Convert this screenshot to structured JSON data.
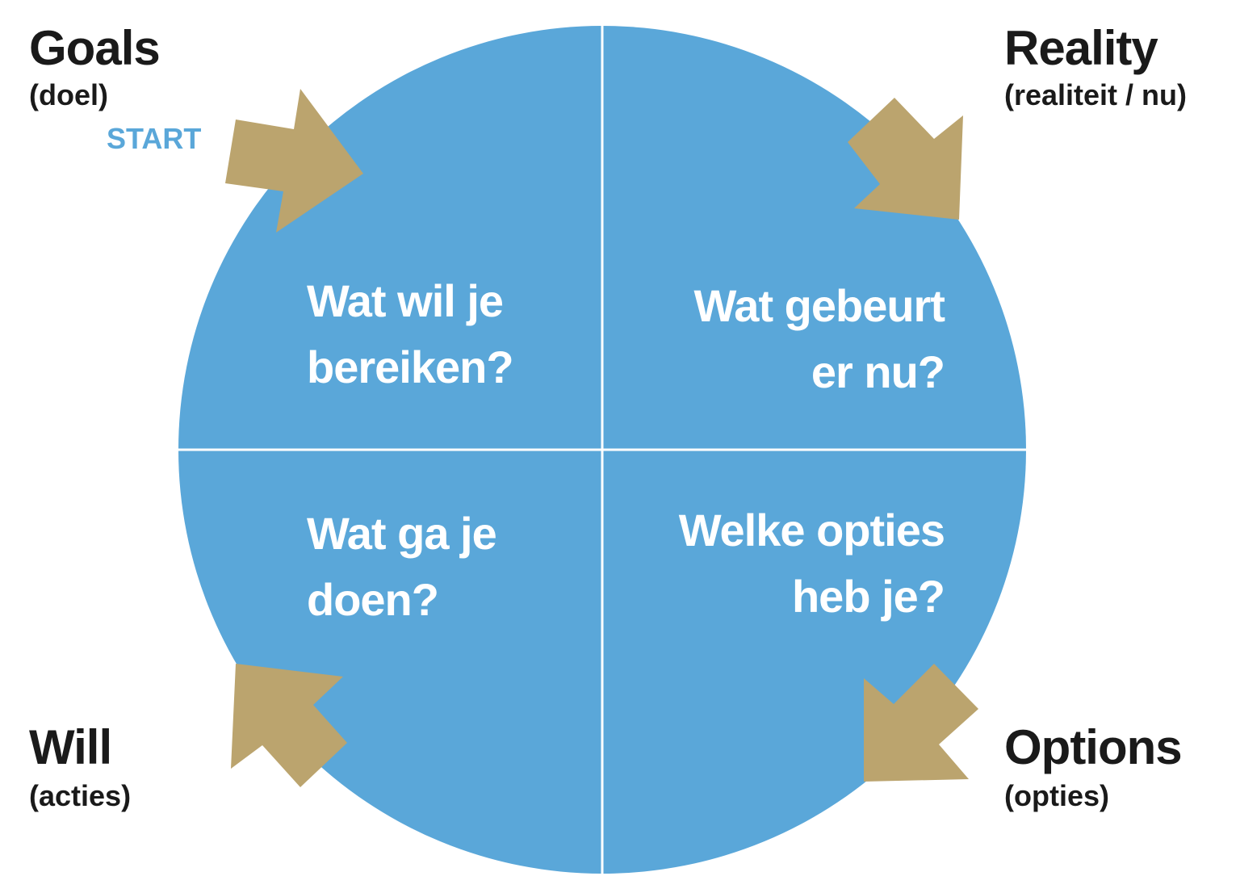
{
  "colors": {
    "circle": "#5aa7d9",
    "arrow": "#bba46e",
    "divider": "#ffffff",
    "start": "#5aa7d9"
  },
  "goals": {
    "title": "Goals",
    "subtitle": "(doel)",
    "start": "START",
    "question": [
      "Wat wil je",
      "bereiken?"
    ]
  },
  "reality": {
    "title": "Reality",
    "subtitle": "(realiteit / nu)",
    "question": [
      "Wat gebeurt",
      "er nu?"
    ]
  },
  "options": {
    "title": "Options",
    "subtitle": "(opties)",
    "question": [
      "Welke opties",
      "heb je?"
    ]
  },
  "will": {
    "title": "Will",
    "subtitle": "(acties)",
    "question": [
      "Wat ga je",
      "doen?"
    ]
  }
}
